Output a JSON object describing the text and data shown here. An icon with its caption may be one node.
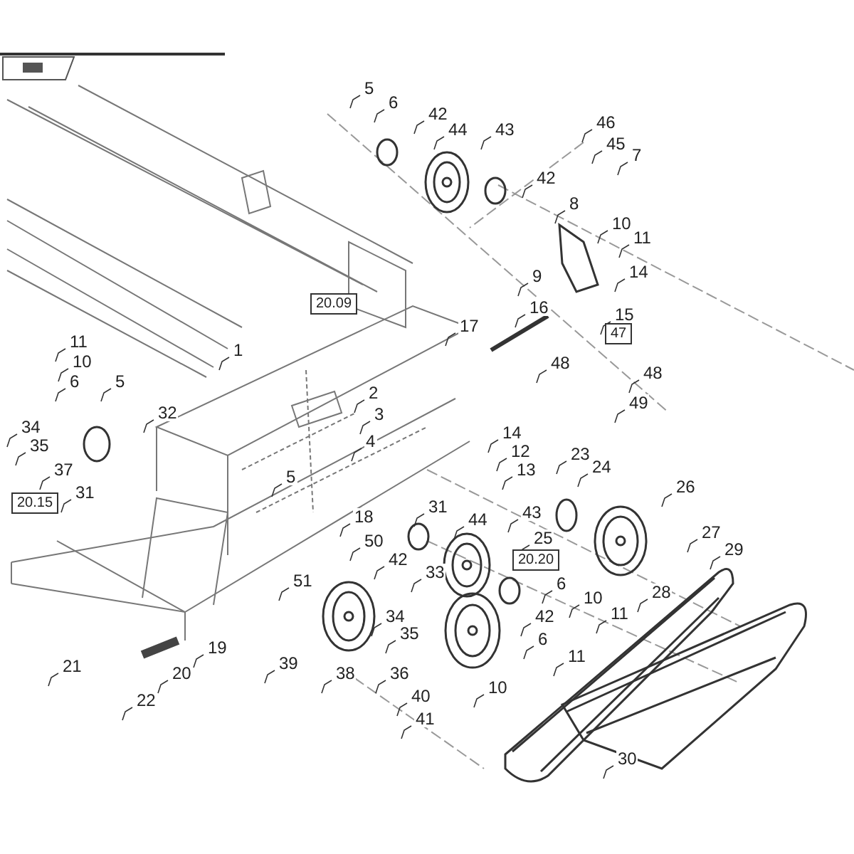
{
  "diagram": {
    "labels": [
      "5",
      "6",
      "42",
      "46",
      "44",
      "43",
      "45",
      "7",
      "42",
      "8",
      "10",
      "11",
      "9",
      "14",
      "16",
      "15",
      "20.09",
      "17",
      "47",
      "1",
      "11",
      "10",
      "48",
      "48",
      "6",
      "5",
      "2",
      "49",
      "32",
      "3",
      "34",
      "35",
      "14",
      "4",
      "12",
      "23",
      "24",
      "13",
      "37",
      "5",
      "26",
      "31",
      "18",
      "31",
      "44",
      "43",
      "20.15",
      "25",
      "50",
      "27",
      "20.20",
      "29",
      "42",
      "28",
      "33",
      "6",
      "51",
      "10",
      "34",
      "42",
      "11",
      "35",
      "19",
      "6",
      "11",
      "39",
      "36",
      "38",
      "21",
      "20",
      "40",
      "10",
      "22",
      "41",
      "30"
    ]
  }
}
